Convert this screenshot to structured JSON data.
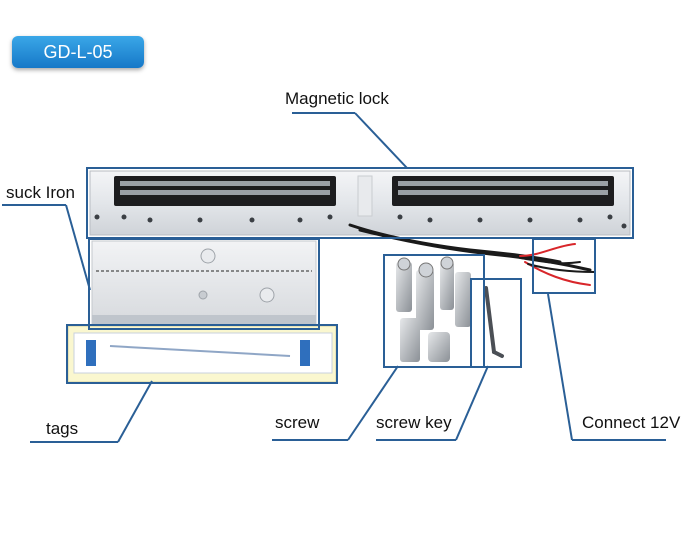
{
  "product": {
    "model_badge": "GD-L-05"
  },
  "labels": {
    "magnetic_lock": "Magnetic lock",
    "suck_iron": "suck Iron",
    "tags": "tags",
    "screw": "screw",
    "screw_key": "screw key",
    "connect": "Connect 12V"
  },
  "colors": {
    "badge": "#1f8ad8",
    "callout_line": "#2a5f96",
    "wire_red": "#d8262a",
    "wire_black": "#1a1a1a"
  },
  "icons": [
    "magnetic-lock-icon",
    "armature-plate-icon",
    "sticker-tag-icon",
    "screw-pile-icon",
    "hex-key-icon",
    "wire-icon"
  ]
}
